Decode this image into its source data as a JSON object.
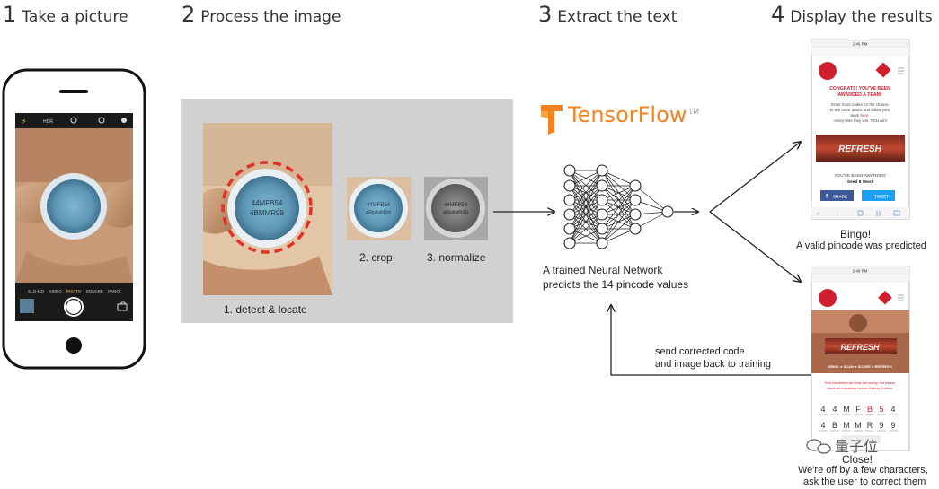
{
  "steps": [
    {
      "num": "1",
      "label": "Take a picture"
    },
    {
      "num": "2",
      "label": "Process the image"
    },
    {
      "num": "3",
      "label": "Extract the text"
    },
    {
      "num": "4",
      "label": "Display the results"
    }
  ],
  "camera_app": {
    "top_icons": [
      "flash-icon",
      "hdr-label",
      "live-photo-icon",
      "timer-icon",
      "filter-icon"
    ],
    "hdr": "HDR",
    "modes": [
      "SLO-MO",
      "VIDEO",
      "PHOTO",
      "SQUARE",
      "PANO"
    ],
    "active_mode": "PHOTO"
  },
  "pincode_lines": [
    "44MFB54",
    "4BMMR99"
  ],
  "process": {
    "step1": "1. detect & locate",
    "step2": "2. crop",
    "step3": "3. normalize"
  },
  "tensorflow": {
    "logo_text": "TensorFlow",
    "tm": "TM",
    "nn_caption_line1": "A trained Neural Network",
    "nn_caption_line2": "predicts the 14 pincode values"
  },
  "feedback": {
    "line1": "send corrected code",
    "line2": "and image back to training"
  },
  "result_success": {
    "status_time": "2:46 PM",
    "headline_line1": "CONGRATS! YOU'VE BEEN",
    "headline_line2": "AWARDED A TEAM!",
    "body_line1": "Enter more codes for the chance",
    "body_line2": "to win more teams and follow your",
    "body_line3_pre": "team ",
    "body_line3_link": "here",
    "body_line3_post": ".",
    "body_line4": "-every time they win, YOU win!",
    "banner_text": "REFRESH",
    "awarded": "YOU'VE BEEN AWARDED",
    "team": "Seed 8 West",
    "share": "SHARE",
    "tweet": "TWEET",
    "caption_title": "Bingo!",
    "caption_body": "A valid pincode was predicted"
  },
  "result_close": {
    "status_time": "2:48 PM",
    "banner_text": "REFRESH",
    "menu": "DRINK ● SCAN ● SCORE ● REFRESH",
    "warning_line1": "Red characters we think are wrong, but please",
    "warning_line2": "check all characters before clicking Confirm.",
    "row1": [
      "4",
      "4",
      "M",
      "F",
      "B",
      "5",
      "4"
    ],
    "row2": [
      "4",
      "B",
      "M",
      "M",
      "R",
      "9",
      "9"
    ],
    "row1_red": [
      4,
      5
    ],
    "caption_title": "Close!",
    "caption_line1": "We're off by a few characters,",
    "caption_line2": "ask the user to correct them"
  },
  "watermark": "量子位",
  "colors": {
    "tf_orange": "#f58220",
    "screen_red": "#d11f2f",
    "facebook": "#3b5998",
    "twitter": "#1da1f2",
    "gray_panel": "#d1d1d1",
    "cap_blue": "#6fa8c4"
  }
}
